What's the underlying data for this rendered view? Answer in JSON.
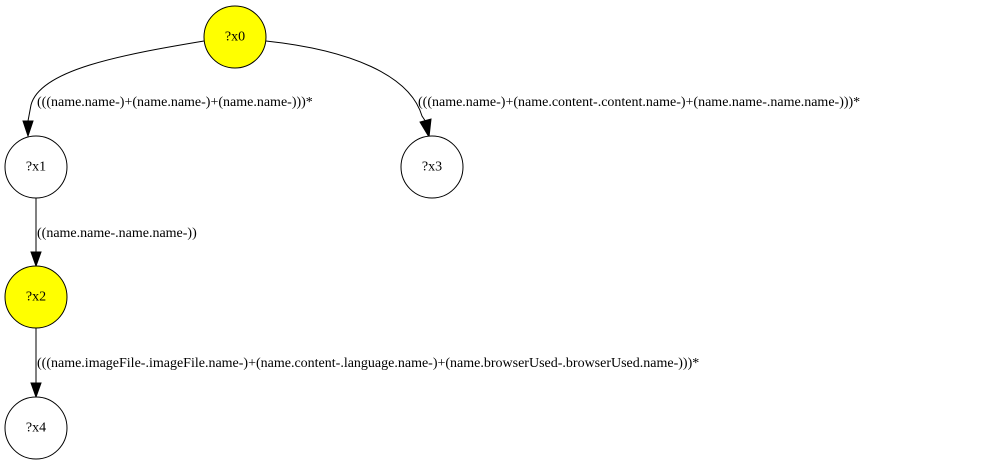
{
  "graph": {
    "nodes": [
      {
        "id": "x0",
        "label": "?x0",
        "fill": "#ffff00"
      },
      {
        "id": "x1",
        "label": "?x1",
        "fill": "#ffffff"
      },
      {
        "id": "x2",
        "label": "?x2",
        "fill": "#ffff00"
      },
      {
        "id": "x3",
        "label": "?x3",
        "fill": "#ffffff"
      },
      {
        "id": "x4",
        "label": "?x4",
        "fill": "#ffffff"
      }
    ],
    "edges": [
      {
        "from": "x0",
        "to": "x1",
        "label": "(((name.name-)+(name.name-)+(name.name-)))*"
      },
      {
        "from": "x0",
        "to": "x3",
        "label": "(((name.name-)+(name.content-.content.name-)+(name.name-.name.name-)))*"
      },
      {
        "from": "x1",
        "to": "x2",
        "label": "((name.name-.name.name-))"
      },
      {
        "from": "x2",
        "to": "x4",
        "label": "(((name.imageFile-.imageFile.name-)+(name.content-.language.name-)+(name.browserUsed-.browserUsed.name-)))*"
      }
    ]
  }
}
